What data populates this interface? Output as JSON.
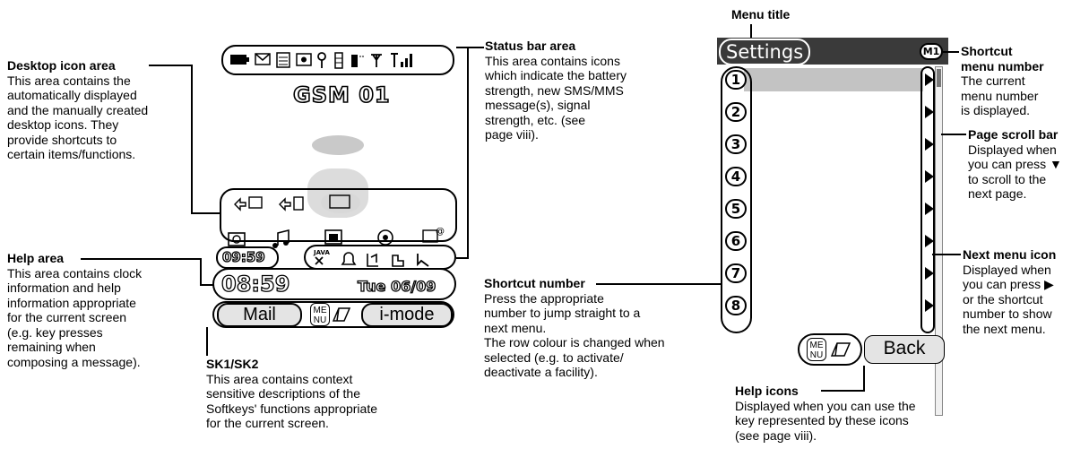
{
  "annotations": {
    "desktop_icon_area": {
      "title": "Desktop icon area",
      "lines": [
        "This area contains the",
        "automatically displayed",
        "and the manually created",
        "desktop icons. They",
        "provide shortcuts to",
        "certain items/functions."
      ]
    },
    "help_area": {
      "title": "Help area",
      "lines": [
        "This area contains clock",
        "information and help",
        "information appropriate",
        "for the current screen",
        "(e.g. key presses",
        "remaining when",
        "composing a message)."
      ]
    },
    "sk1_sk2": {
      "title": "SK1/SK2",
      "lines": [
        "This area contains context",
        "sensitive descriptions of the",
        "Softkeys' functions appropriate",
        "for the current screen."
      ]
    },
    "status_bar_area": {
      "title": "Status bar area",
      "lines": [
        "This area contains icons",
        "which indicate the battery",
        "strength, new SMS/MMS",
        "message(s), signal",
        "strength, etc. (see",
        "page viii)."
      ]
    },
    "shortcut_number": {
      "title": "Shortcut number",
      "lines": [
        "Press the appropriate",
        "number to jump straight to a",
        "next menu.",
        "The row colour is changed when",
        "selected (e.g. to activate/",
        "deactivate a facility)."
      ]
    },
    "help_icons": {
      "title": "Help icons",
      "lines": [
        "Displayed when you can use the",
        "key represented by these icons",
        "(see page viii)."
      ]
    },
    "menu_title": {
      "title": "Menu title"
    },
    "shortcut_menu_number": {
      "title_lines": [
        "Shortcut",
        "menu number"
      ],
      "lines": [
        "The current",
        "menu number",
        "is displayed."
      ]
    },
    "page_scroll_bar": {
      "title": "Page scroll bar",
      "lines": [
        "Displayed when",
        "you can press ▼",
        "to scroll to the",
        "next page."
      ]
    },
    "next_menu_icon": {
      "title": "Next menu icon",
      "lines": [
        "Displayed when",
        "you can press ▶",
        "or the shortcut",
        "number to show",
        "the next menu."
      ]
    }
  },
  "phone_left": {
    "network": "GSM 01",
    "clock_small": "09:59",
    "clock_big": "08:59",
    "date": "Tue 06/09",
    "sk1": "Mail",
    "sk2": "i-mode",
    "menu_key": "ME NU",
    "java": "JAVA"
  },
  "phone_right": {
    "title": "Settings",
    "menu_number": "M1",
    "shortcut_numbers": [
      "1",
      "2",
      "3",
      "4",
      "5",
      "6",
      "7",
      "8"
    ],
    "back": "Back",
    "menu_key": "ME NU"
  }
}
